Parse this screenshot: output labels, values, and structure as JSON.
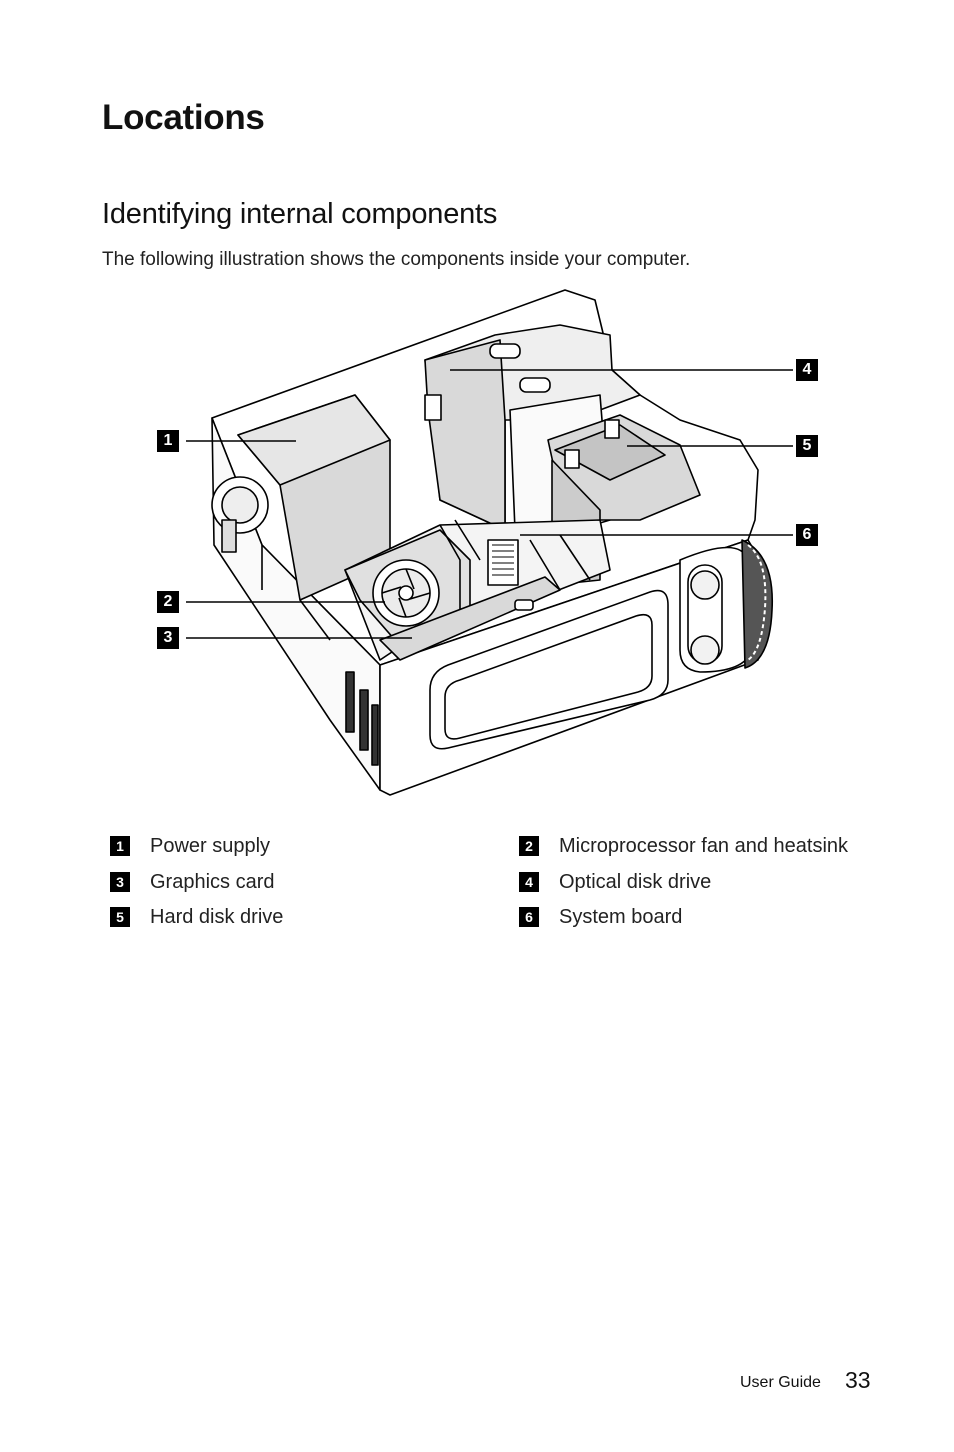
{
  "page": {
    "heading": "Locations",
    "subheading": "Identifying internal components",
    "intro": "The following illustration shows the components inside your computer."
  },
  "figure": {
    "callouts": [
      "1",
      "2",
      "3",
      "4",
      "5",
      "6"
    ]
  },
  "legend": [
    {
      "num": "1",
      "label": "Power supply"
    },
    {
      "num": "2",
      "label": "Microprocessor fan and heatsink"
    },
    {
      "num": "3",
      "label": "Graphics card"
    },
    {
      "num": "4",
      "label": "Optical disk drive"
    },
    {
      "num": "5",
      "label": "Hard disk drive"
    },
    {
      "num": "6",
      "label": "System board"
    }
  ],
  "footer": {
    "title": "User Guide",
    "page_number": "33"
  }
}
